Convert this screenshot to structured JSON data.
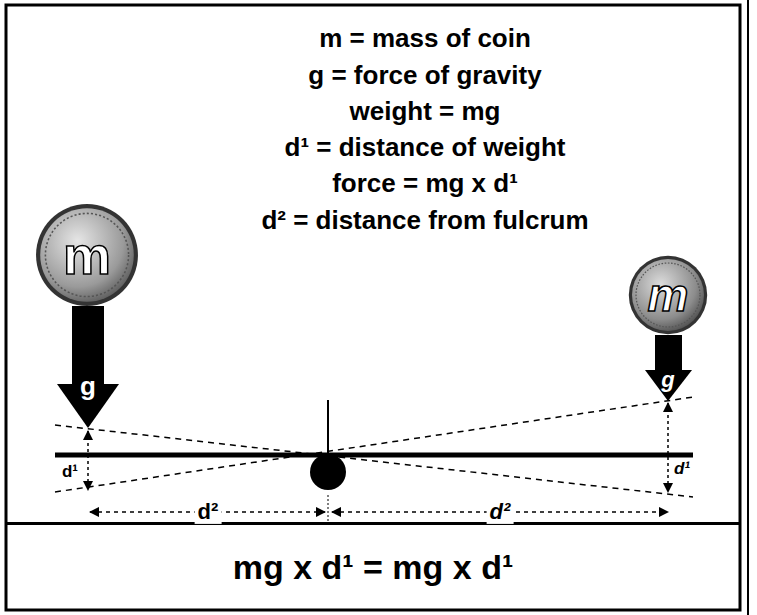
{
  "diagram": {
    "nodes": [
      {
        "text": [
          "m"
        ]
      },
      {
        "text": [
          "m"
        ]
      },
      {
        "text": [
          "mg x d¹ = mg x d¹"
        ]
      }
    ],
    "labels": [
      "m = mass of coin",
      "g = force of gravity",
      "weight = mg",
      "d¹ = distance of weight",
      "force = mg x d¹",
      "d² = distance from fulcrum",
      "g",
      "g",
      "d¹",
      "d¹",
      "d²",
      "d²"
    ]
  }
}
